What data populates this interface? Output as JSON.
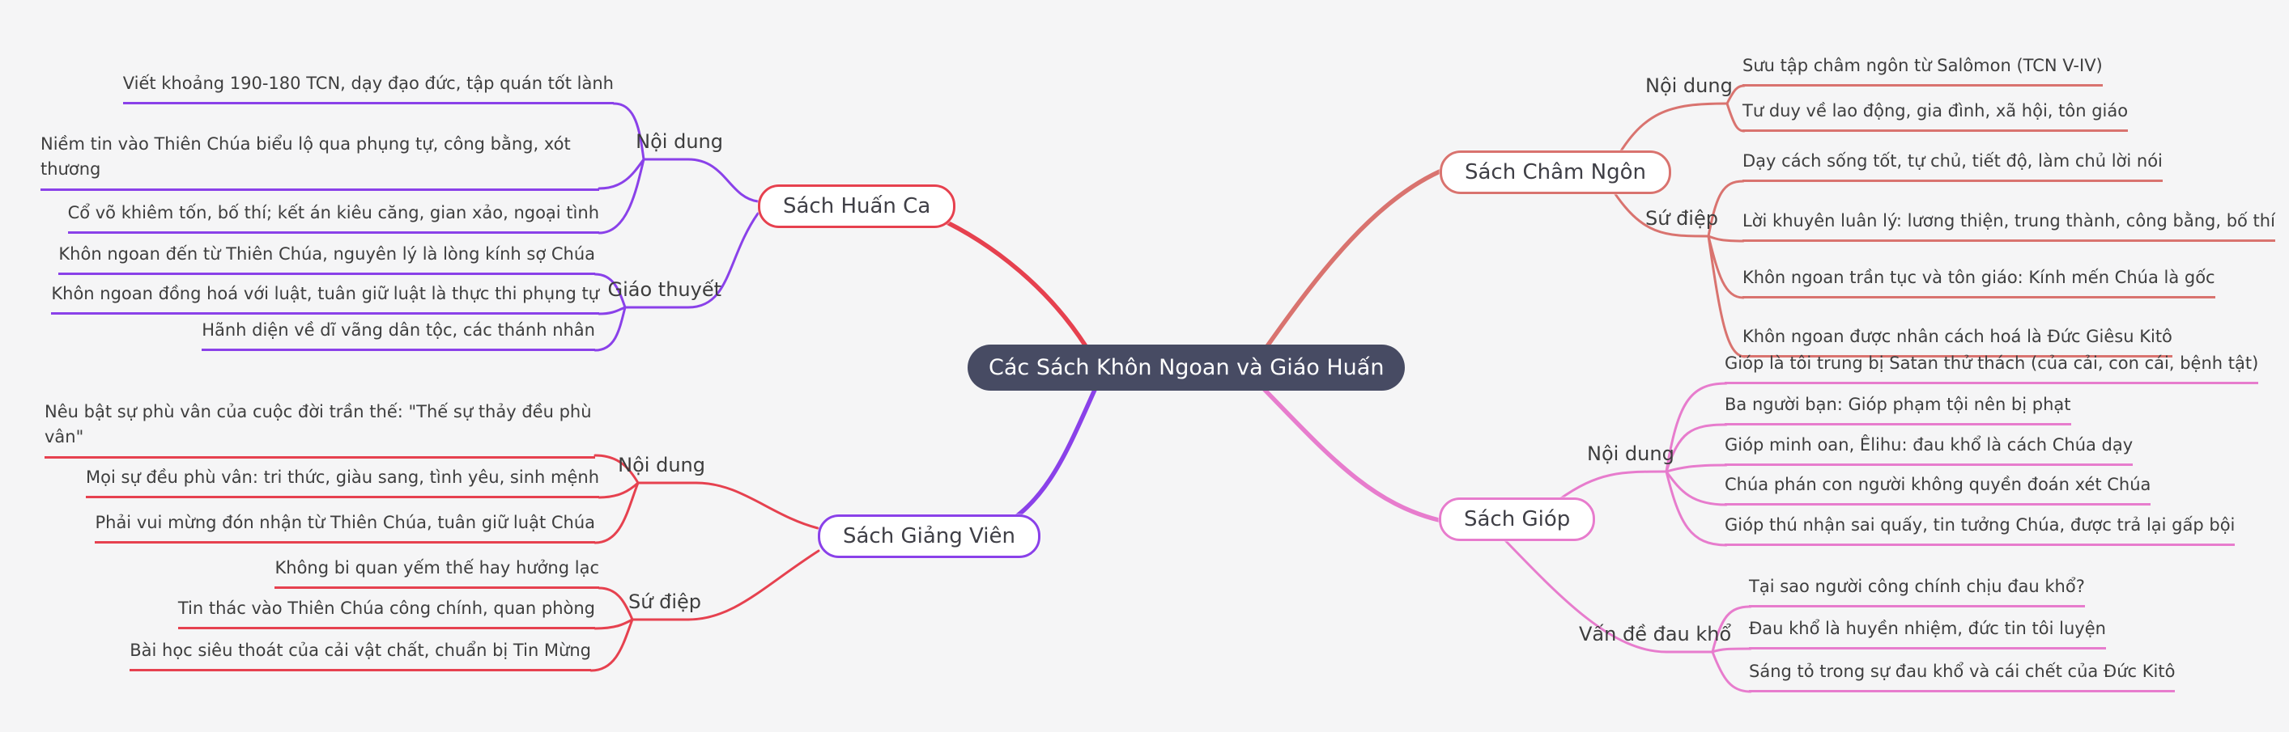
{
  "colors": {
    "background": "#f5f5f6",
    "center_bg": "#474b63",
    "red": "#e6414f",
    "salmon": "#d9736f",
    "purple": "#8a41e9",
    "pink": "#e77ccd",
    "leaf_text": "#3e3e3e"
  },
  "center": {
    "label": "Các Sách Khôn Ngoan và Giáo Huấn"
  },
  "branches": {
    "huanca": {
      "label": "Sách Huấn Ca",
      "groups": {
        "noidung": {
          "label": "Nội dung",
          "leaves": [
            "Viết khoảng 190-180 TCN, dạy đạo đức, tập quán tốt lành",
            "Niềm tin vào Thiên Chúa biểu lộ qua phụng tự, công bằng, xót thương",
            "Cổ võ khiêm tốn, bố thí; kết án kiêu căng, gian xảo, ngoại tình"
          ]
        },
        "giaothuyet": {
          "label": "Giáo thuyết",
          "leaves": [
            "Khôn ngoan đến từ Thiên Chúa, nguyên lý là lòng kính sợ Chúa",
            "Khôn ngoan đồng hoá với luật, tuân giữ luật là thực thi phụng tự",
            "Hãnh diện về dĩ vãng dân tộc, các thánh nhân"
          ]
        }
      }
    },
    "chamngon": {
      "label": "Sách Châm Ngôn",
      "groups": {
        "noidung": {
          "label": "Nội dung",
          "leaves": [
            "Sưu tập châm ngôn từ Salômon (TCN V-IV)",
            "Tư duy về lao động, gia đình, xã hội, tôn giáo"
          ]
        },
        "sudiep": {
          "label": "Sứ điệp",
          "leaves": [
            "Dạy cách sống tốt, tự chủ, tiết độ, làm chủ lời nói",
            "Lời khuyên luân lý: lương thiện, trung thành, công bằng, bố thí",
            "Khôn ngoan trần tục và tôn giáo: Kính mến Chúa là gốc",
            "Khôn ngoan được nhân cách hoá là Đức Giêsu Kitô"
          ]
        }
      }
    },
    "giangvien": {
      "label": "Sách Giảng Viên",
      "groups": {
        "noidung": {
          "label": "Nội dung",
          "leaves": [
            "Nêu bật sự phù vân của cuộc đời trần thế: \"Thế sự thảy đều phù vân\"",
            "Mọi sự đều phù vân: tri thức, giàu sang, tình yêu, sinh mệnh",
            "Phải vui mừng đón nhận từ Thiên Chúa, tuân giữ luật Chúa"
          ]
        },
        "sudiep": {
          "label": "Sứ điệp",
          "leaves": [
            "Không bi quan yếm thế hay hưởng lạc",
            "Tin thác vào Thiên Chúa công chính, quan phòng",
            "Bài học siêu thoát của cải vật chất, chuẩn bị Tin Mừng"
          ]
        }
      }
    },
    "giop": {
      "label": "Sách Gióp",
      "groups": {
        "noidung": {
          "label": "Nội dung",
          "leaves": [
            "Gióp là tôi trung bị Satan thử thách (của cải, con cái, bệnh tật)",
            "Ba người bạn: Gióp phạm tội nên bị phạt",
            "Gióp minh oan, Êlihu: đau khổ là cách Chúa dạy",
            "Chúa phán con người không quyền đoán xét Chúa",
            "Gióp thú nhận sai quấy, tin tưởng Chúa, được trả lại gấp bội"
          ]
        },
        "vandedaukho": {
          "label": "Vấn đề đau khổ",
          "leaves": [
            "Tại sao người công chính chịu đau khổ?",
            "Đau khổ là huyền nhiệm, đức tin tôi luyện",
            "Sáng tỏ trong sự đau khổ và cái chết của Đức Kitô"
          ]
        }
      }
    }
  }
}
